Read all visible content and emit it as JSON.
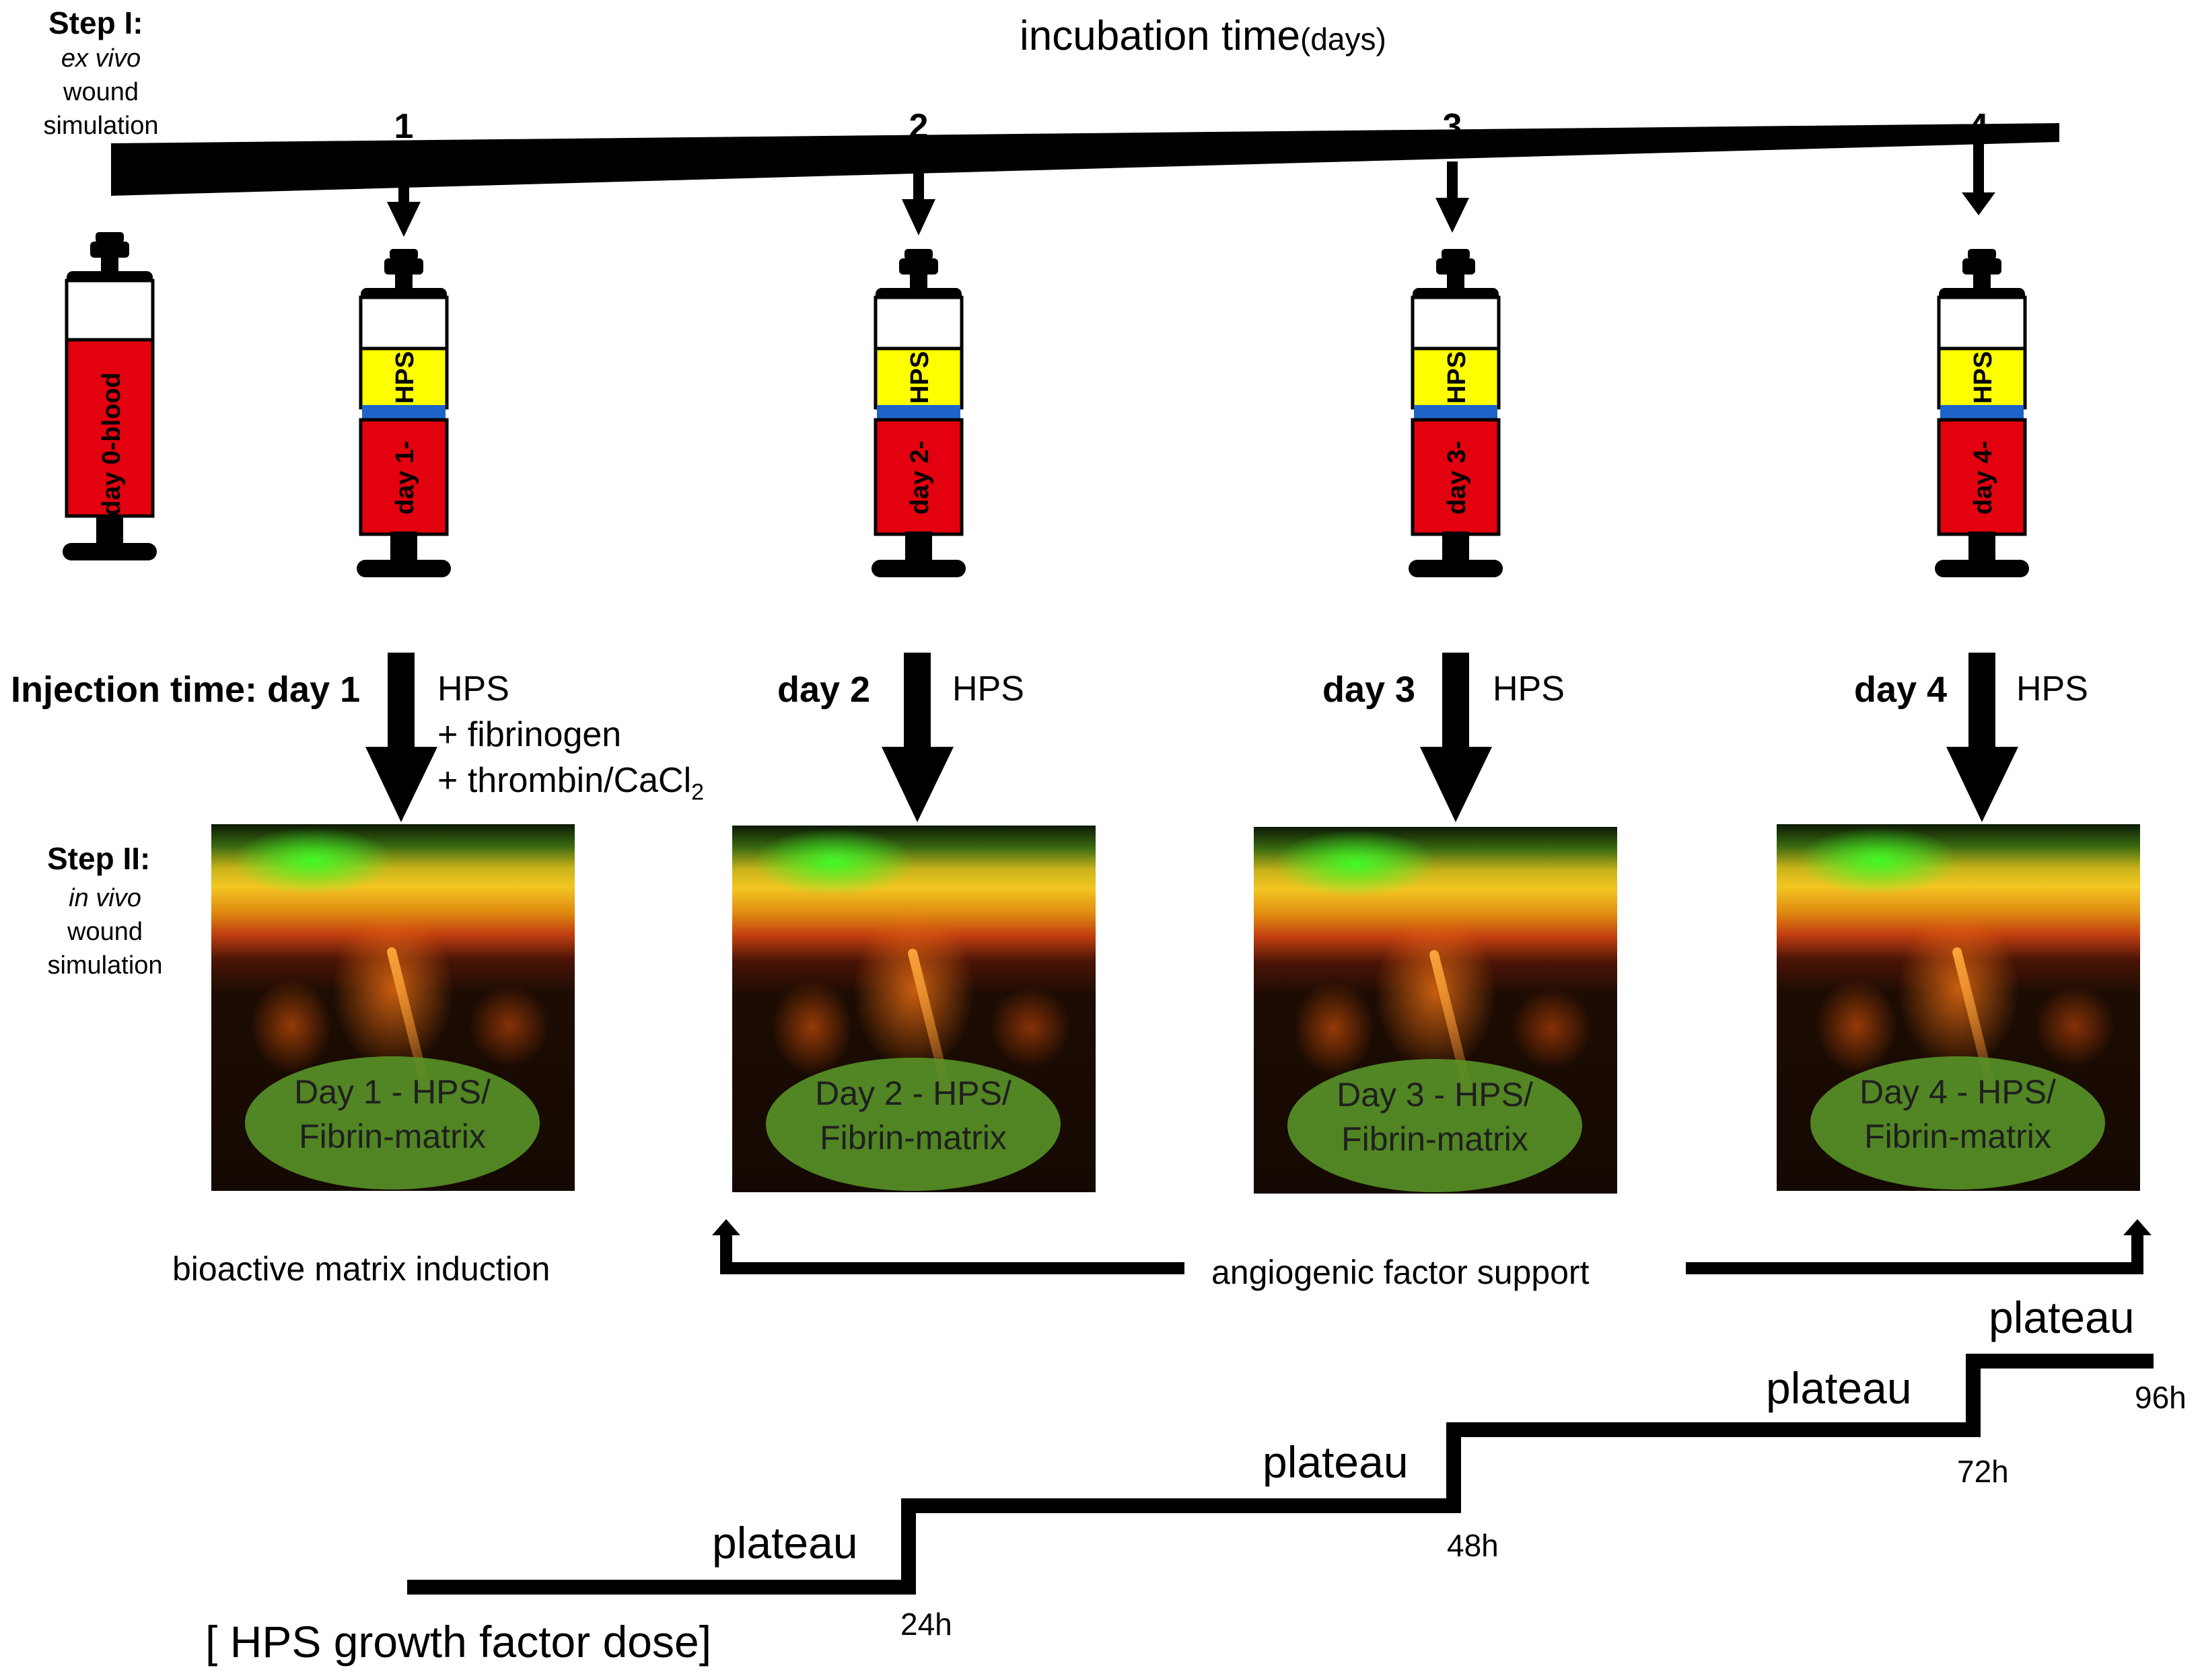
{
  "step1": {
    "title": "Step I:",
    "line1": "ex vivo",
    "line2": "wound",
    "line3": "simulation"
  },
  "step2": {
    "title": "Step II:",
    "line1": "in vivo",
    "line2": "wound",
    "line3": "simulation"
  },
  "timeline": {
    "title": "incubation time",
    "unit": "(days)",
    "days": [
      "1",
      "2",
      "3",
      "4"
    ]
  },
  "syringes": [
    {
      "label": "day 0-blood",
      "hps": ""
    },
    {
      "label": "day 1-",
      "hps": "HPS"
    },
    {
      "label": "day 2-",
      "hps": "HPS"
    },
    {
      "label": "day 3-",
      "hps": "HPS"
    },
    {
      "label": "day 4-",
      "hps": "HPS"
    }
  ],
  "injection": {
    "prefix": "Injection time:",
    "days": [
      "day 1",
      "day 2",
      "day 3",
      "day 4"
    ],
    "hps": "HPS",
    "extra1": "+ fibrinogen",
    "extra2_main": "+ thrombin/CaCl",
    "extra2_sub": "2"
  },
  "panels": [
    {
      "line1": "Day 1 - HPS/",
      "line2": "Fibrin-matrix"
    },
    {
      "line1": "Day 2 - HPS/",
      "line2": "Fibrin-matrix"
    },
    {
      "line1": "Day 3 - HPS/",
      "line2": "Fibrin-matrix"
    },
    {
      "line1": "Day 4 - HPS/",
      "line2": "Fibrin-matrix"
    }
  ],
  "labels": {
    "bioactive": "bioactive matrix induction",
    "angiogenic": "angiogenic factor support"
  },
  "dose": {
    "plateau": "plateau",
    "hours": [
      "24h",
      "48h",
      "72h",
      "96h"
    ],
    "axis_open": "[",
    "axis_text": "HPS growth factor dose",
    "axis_close": "]"
  },
  "colors": {
    "blood": "#e3000f",
    "hps": "#ffff00",
    "band": "#1e64c8",
    "ink": "#000000"
  }
}
